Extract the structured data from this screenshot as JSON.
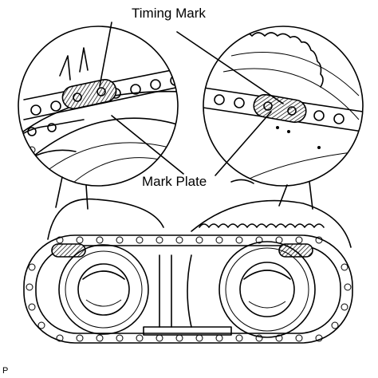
{
  "labels": {
    "timing_mark": "Timing Mark",
    "mark_plate": "Mark Plate",
    "corner_code": "P"
  }
}
